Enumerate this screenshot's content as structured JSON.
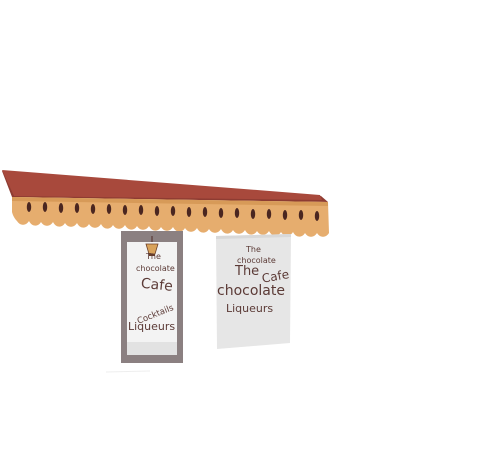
{
  "storefront": {
    "door_sign": {
      "line1": "The",
      "line2": "chocolate",
      "line3": "Cafe",
      "line4": "Cocktails",
      "line5": "Liqueurs"
    },
    "window_sign": {
      "line1": "The",
      "line2": "chocolate",
      "line3a": "The",
      "line3b": "Cafe",
      "line4": "chocolate",
      "line5": "Liqueurs"
    }
  },
  "colors": {
    "awning_top": "#a0463a",
    "awning_edge": "#e9b77c",
    "scallop_dark": "#4a2620",
    "door_frame": "#8b8081",
    "door_panel": "#f2f2f2",
    "window_panel": "#e6e6e6",
    "text": "#5b3a36",
    "lamp": "#d9a35b"
  }
}
